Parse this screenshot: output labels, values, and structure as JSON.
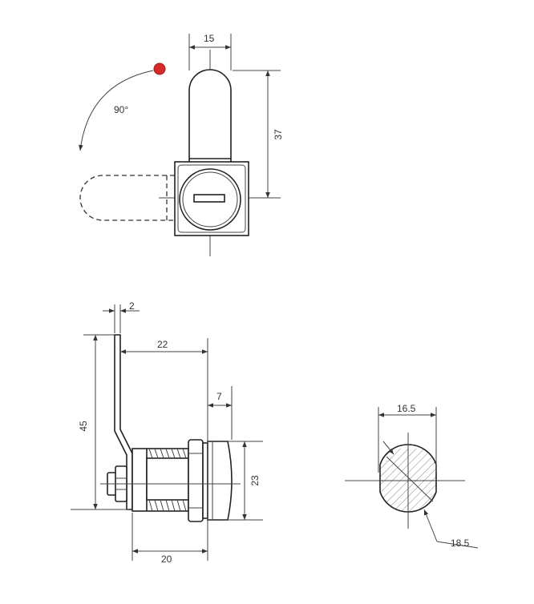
{
  "top_view": {
    "dim_width": "15",
    "dim_height": "37",
    "rotation": "90°",
    "marker_color": "#d42a2a"
  },
  "side_view": {
    "dim_cam_thickness": "2",
    "dim_cam_offset": "22",
    "dim_head_depth": "7",
    "dim_cam_length": "45",
    "dim_head_diameter": "23",
    "dim_body_length": "20"
  },
  "section_view": {
    "dim_flat_width": "16.5",
    "dim_diameter": "18.5"
  }
}
